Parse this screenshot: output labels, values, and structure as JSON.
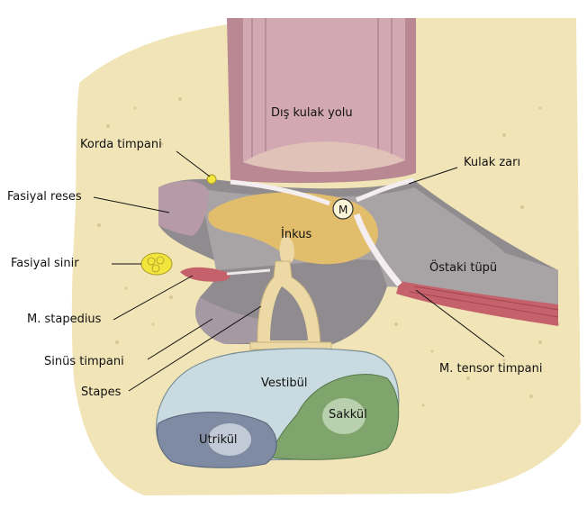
{
  "labels": {
    "dis_kulak_yolu": "Dış kulak yolu",
    "korda_timpani": "Korda timpani",
    "kulak_zari": "Kulak zarı",
    "fasiyal_reses": "Fasiyal reses",
    "inkus": "İnkus",
    "malleus_marker": "M",
    "fasiyal_sinir": "Fasiyal sinir",
    "ostaki_tupu": "Östaki tüpü",
    "m_stapedius": "M. stapedius",
    "sinus_timpani": "Sinüs timpani",
    "m_tensor_timpani": "M. tensor timpani",
    "stapes": "Stapes",
    "vestibul": "Vestibül",
    "sakkul": "Sakkül",
    "utrikul": "Utrikül"
  },
  "colors": {
    "bone": "#f1e4b6",
    "canal_wall": "#b98893",
    "canal_inner": "#d2a8b2",
    "cavity": "#8f8b8e",
    "ossicle": "#ecd9a6",
    "malleus_head": "#e2bd6c",
    "nerve": "#f2e63c",
    "vestibule": "#c9dbe0",
    "saccule": "#7fa56c",
    "utricle": "#7e8ba3",
    "muscle": "#c4616b"
  }
}
